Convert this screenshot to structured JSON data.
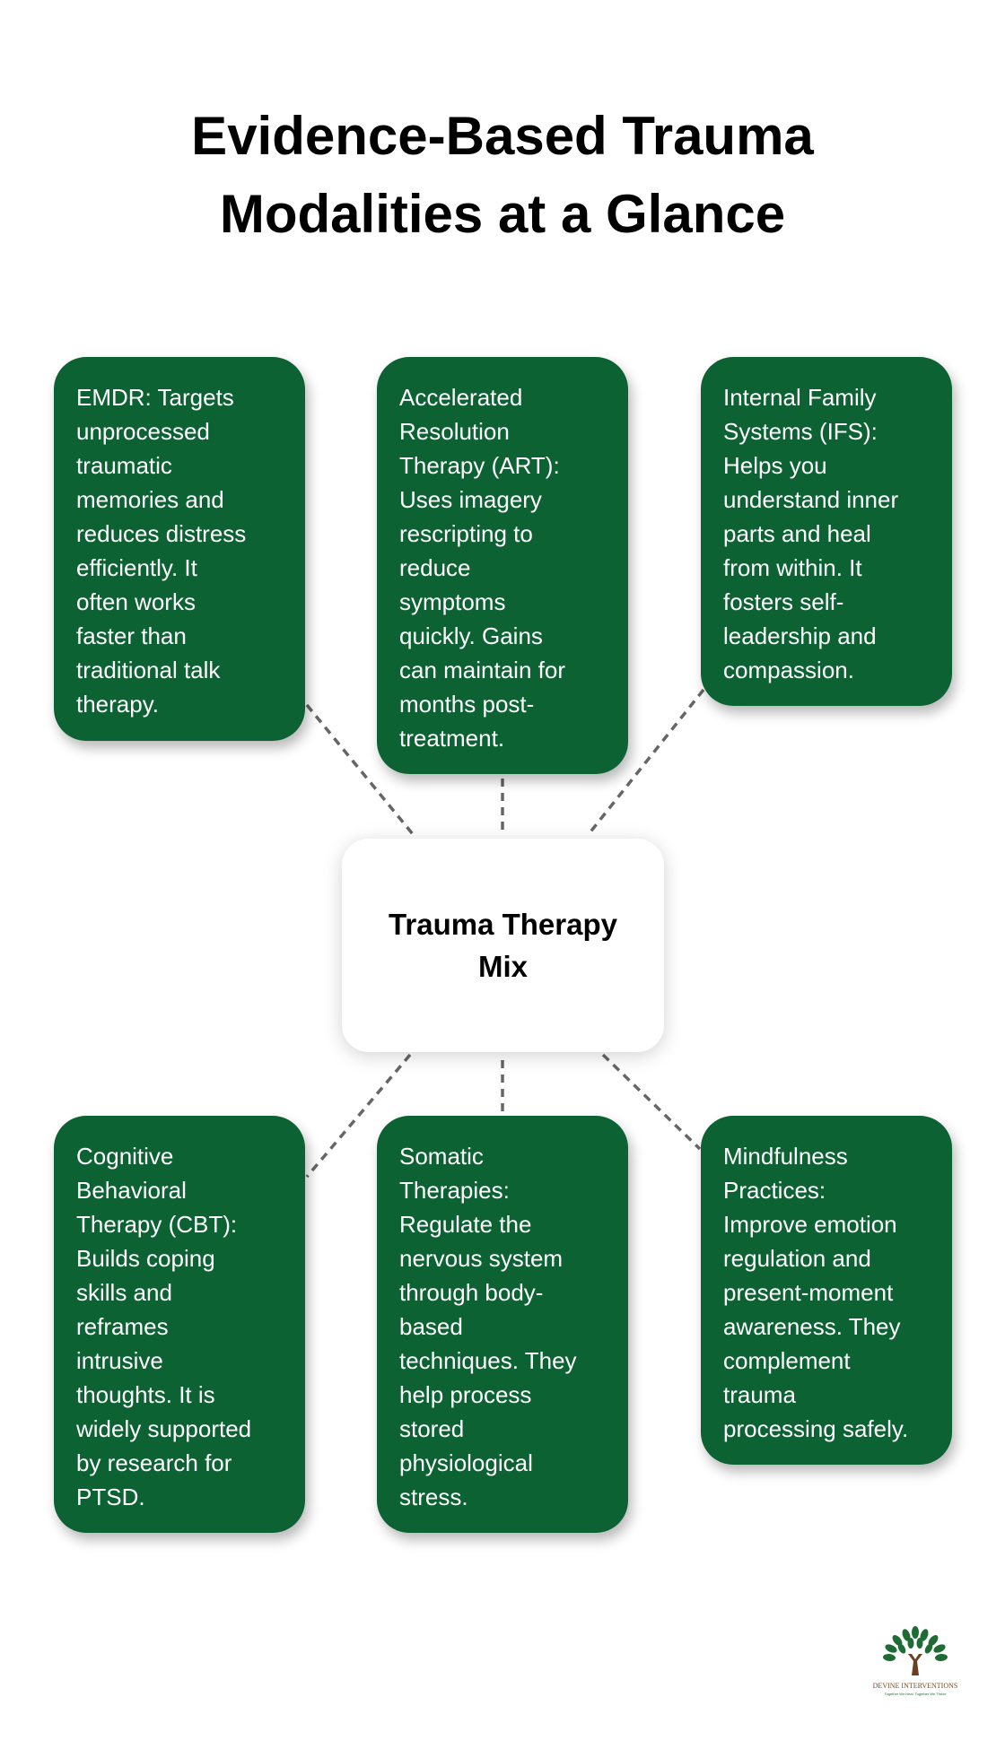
{
  "title": [
    "Evidence-Based Trauma",
    "Modalities at a Glance"
  ],
  "center": {
    "lines": [
      "Trauma Therapy",
      "Mix"
    ]
  },
  "cards": [
    {
      "lines": [
        "EMDR: Targets",
        "unprocessed",
        "traumatic",
        "memories and",
        "reduces distress",
        "efficiently. It",
        "often works",
        "faster than",
        "traditional talk",
        "therapy."
      ]
    },
    {
      "lines": [
        "Accelerated",
        "Resolution",
        "Therapy (ART):",
        "Uses imagery",
        "rescripting to",
        "reduce",
        "symptoms",
        "quickly. Gains",
        "can maintain for",
        "months post-",
        "treatment."
      ]
    },
    {
      "lines": [
        "Internal Family",
        "Systems (IFS):",
        "Helps you",
        "understand inner",
        "parts and heal",
        "from within. It",
        "fosters self-",
        "leadership and",
        "compassion."
      ]
    },
    {
      "lines": [
        "Cognitive",
        "Behavioral",
        "Therapy (CBT):",
        "Builds coping",
        "skills and",
        "reframes",
        "intrusive",
        "thoughts. It is",
        "widely supported",
        "by research for",
        "PTSD."
      ]
    },
    {
      "lines": [
        "Somatic",
        "Therapies:",
        "Regulate the",
        "nervous system",
        "through body-",
        "based",
        "techniques. They",
        "help process",
        "stored",
        "physiological",
        "stress."
      ]
    },
    {
      "lines": [
        "Mindfulness",
        "Practices:",
        "Improve emotion",
        "regulation and",
        "present-moment",
        "awareness. They",
        "complement",
        "trauma",
        "processing safely."
      ]
    }
  ],
  "logo": {
    "name": "DEVINE INTERVENTIONS",
    "tagline": "Together We Heal, Together We Thrive"
  },
  "colors": {
    "card": "#0c6233",
    "connector": "#666666",
    "logo_text": "#7a4a2a"
  }
}
